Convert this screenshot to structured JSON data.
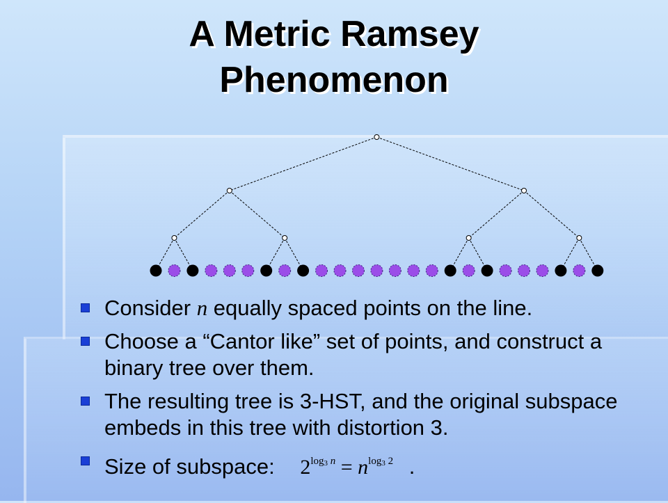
{
  "slide": {
    "title_line1": "A Metric Ramsey",
    "title_line2": "Phenomenon"
  },
  "colors": {
    "bullet": "#1a3fd6",
    "selected_point": "#000000",
    "other_point": "#9b4de8"
  },
  "diagram": {
    "points": [
      "selected",
      "other",
      "selected",
      "other",
      "other",
      "other",
      "selected",
      "other",
      "selected",
      "other",
      "other",
      "other",
      "other",
      "other",
      "other",
      "other",
      "selected",
      "other",
      "selected",
      "other",
      "other",
      "other",
      "selected",
      "other",
      "selected"
    ]
  },
  "bullets": [
    {
      "pre": "Consider ",
      "var": "n",
      "post": " equally spaced points on the line."
    },
    {
      "text": "Choose a “Cantor like” set of points, and construct a binary tree over them."
    },
    {
      "text": "The resulting tree is 3-HST, and the original subspace embeds in this tree with distortion 3."
    },
    {
      "text": "Size of subspace:",
      "formula": {
        "base": "2",
        "log": "log",
        "logbase": "3",
        "arg": "n",
        "eq": "=",
        "rhs_base": "n",
        "rhs_log": "log",
        "rhs_logbase": "3",
        "rhs_arg": "2",
        "end": "."
      }
    }
  ]
}
